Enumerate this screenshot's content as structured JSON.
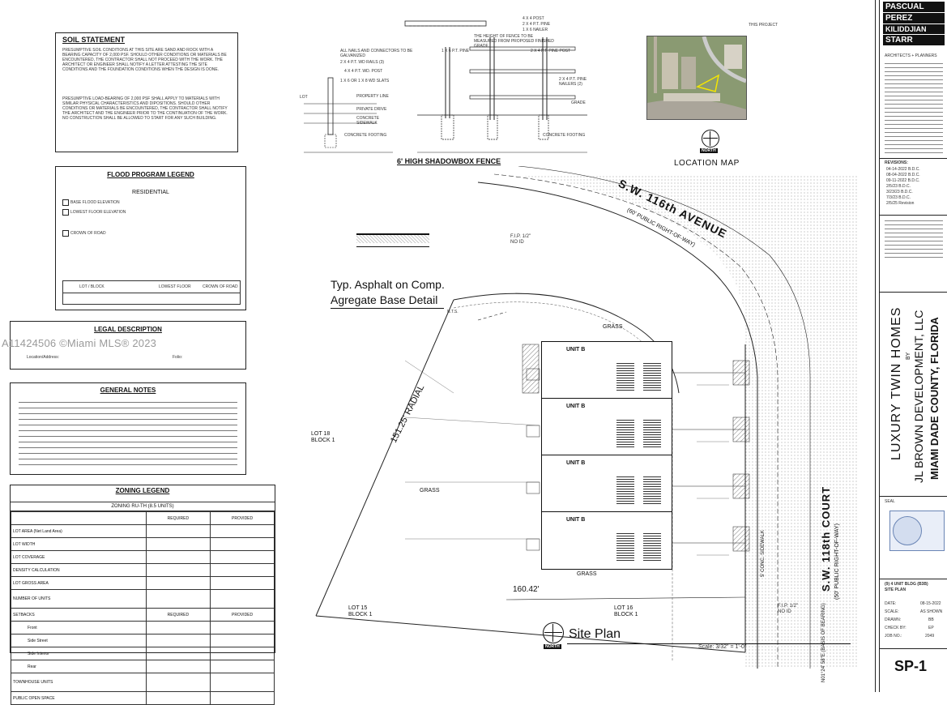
{
  "watermark": "A11424506 ©Miami MLS® 2023",
  "soil": {
    "title": "SOIL STATEMENT",
    "para1": "PRESUMPTIVE SOIL CONDITIONS AT THIS SITE ARE SAND AND ROCK WITH A BEARING CAPACITY OF 2,000 PSF. SHOULD OTHER CONDITIONS OR MATERIALS BE ENCOUNTERED, THE CONTRACTOR SHALL NOT PROCEED WITH THE WORK. THE ARCHITECT OR ENGINEER SHALL NOTIFY A LETTER ATTESTING THE SITE CONDITIONS AND THE FOUNDATION CONDITIONS WHEN THE DESIGN IS DONE.",
    "para2": "PRESUMPTIVE LOAD-BEARING OF 2,000 PSF SHALL APPLY TO MATERIALS WITH SIMILAR PHYSICAL CHARACTERISTICS AND DIPOSITIONS. SHOULD OTHER CONDITIONS OR MATERIALS BE ENCOUNTERED, THE CONTRACTOR SHALL NOTIFY THE ARCHITECT AND THE ENGINEER PRIOR TO THE CONTINUATION OF THE WORK. NO CONSTRUCTION SHALL BE ALLOWED TO START FOR ANY SUCH BUILDING."
  },
  "fence": {
    "title": "6' HIGH SHADOWBOX FENCE",
    "notes": [
      "4 X 4 POST",
      "2 X 4 P.T. PINE",
      "1 X 6 NAILER",
      "ALL NAILS AND CONNECTORS TO BE GALVANIZED",
      "THE HEIGHT OF FENCE TO BE MEASURED FROM PROPOSED FINISHED GRADE.",
      "1 X 6 P.T. PINE",
      "2 X 4 P.T. PINE POST",
      "2 X 4 P.T. WD RAILS (3)",
      "4 X 4 P.T. WD. POST",
      "1 X 6 OR 1 X 8 WD SLATS",
      "2 X 4 P.T. PINE NAILERS (2)",
      "PROPERTY LINE",
      "LOT",
      "PRIVATE DRIVE",
      "CONCRETE SIDEWALK",
      "CONCRETE FOOTING",
      "GRADE"
    ]
  },
  "location": {
    "title": "LOCATION MAP",
    "site_label": "THIS PROJECT",
    "north": "NORTH"
  },
  "flood": {
    "title": "FLOOD PROGRAM LEGEND",
    "sub": "RESIDENTIAL",
    "rows": [
      "BASE FLOOD ELEVATION",
      "LOWEST FLOOR ELEVATION",
      "CROWN OF ROAD"
    ],
    "lot": "LOT / BLOCK",
    "vals": [
      "LOWEST FLOOR",
      "CROWN OF ROAD"
    ]
  },
  "legal": {
    "title": "LEGAL DESCRIPTION",
    "address_label": "Location/Address:",
    "folio_label": "Folio:"
  },
  "general": {
    "title": "GENERAL NOTES"
  },
  "zoning": {
    "title": "ZONING LEGEND",
    "sub": "ZONING RU-TH (8.5 UNITS)",
    "head": [
      "REQUIRED",
      "PROVIDED"
    ],
    "rows": [
      "LOT AREA (Net Land Area)",
      "LOT WIDTH",
      "LOT COVERAGE",
      "DENSITY CALCULATION",
      "LOT GROSS AREA",
      "NUMBER OF UNITS",
      "SETBACKS",
      "Front",
      "Side Street",
      "Side Interior",
      "Rear",
      "TOWNHOUSE UNITS",
      "PUBLIC OPEN SPACE"
    ]
  },
  "asphalt": {
    "title1": "Typ. Asphalt on Comp.",
    "title2": "Agregate Base Detail",
    "scale": "N.T.S."
  },
  "site": {
    "title": "Site Plan",
    "scale": "Scale: 3/32\" = 1'-0\"",
    "north": "NORTH",
    "avenue": "S.W. 116th AVENUE",
    "avenue_sub": "(60' PUBLIC RIGHT-OF-WAY)",
    "court": "S.W. 118th COURT",
    "court_sub": "(50' PUBLIC RIGHT-OF-WAY)",
    "radial": "151.25' RADIAL",
    "bottom_dim": "160.42'",
    "lot18": "LOT 18\nBLOCK 1",
    "lot15": "LOT 15\nBLOCK 1",
    "lot16": "LOT 16\nBLOCK 1",
    "grass": "GRASS",
    "units": [
      "UNIT B",
      "UNIT B",
      "UNIT B",
      "UNIT B"
    ],
    "fip": "F.I.P. 1/2\"\nNO ID",
    "sidewalk": "5' CONC. SIDEWALK",
    "bearing": "N01°24' 58\"E (BASIS OF BEARING)"
  },
  "titleblock": {
    "firm": [
      "PASCUAL",
      "PEREZ",
      "KILIDDJIAN",
      "STARR"
    ],
    "firm_sub": "ARCHITECTS + PLANNERS",
    "project": "LUXURY TWIN HOMES",
    "by": "BY",
    "developer": "JL BROWN DEVELOPMENT, LLC",
    "county": "MIAMI DADE COUNTY, FLORIDA",
    "revisions_title": "REVISIONS:",
    "revisions": [
      "04-14-2022 B.D.C.",
      "08-04-2022 B.D.C.",
      "09-11-2022 B.D.C.",
      "2/5/23 B.D.C.",
      "3/23/23 B.D.C.",
      "7/3/23 B.D.C.",
      "2/5/25 Revision"
    ],
    "sheet_title1": "(9) 4 UNIT BLDG (B3B)",
    "sheet_title2": "SITE PLAN",
    "fields": [
      {
        "k": "DATE:",
        "v": "08-15-2022"
      },
      {
        "k": "SCALE:",
        "v": "AS SHOWN"
      },
      {
        "k": "DRAWN:",
        "v": "BB"
      },
      {
        "k": "CHECK BY:",
        "v": "EP"
      },
      {
        "k": "JOB NO.:",
        "v": "2049"
      }
    ],
    "sheet": "SP-1",
    "seal": "SEAL"
  }
}
